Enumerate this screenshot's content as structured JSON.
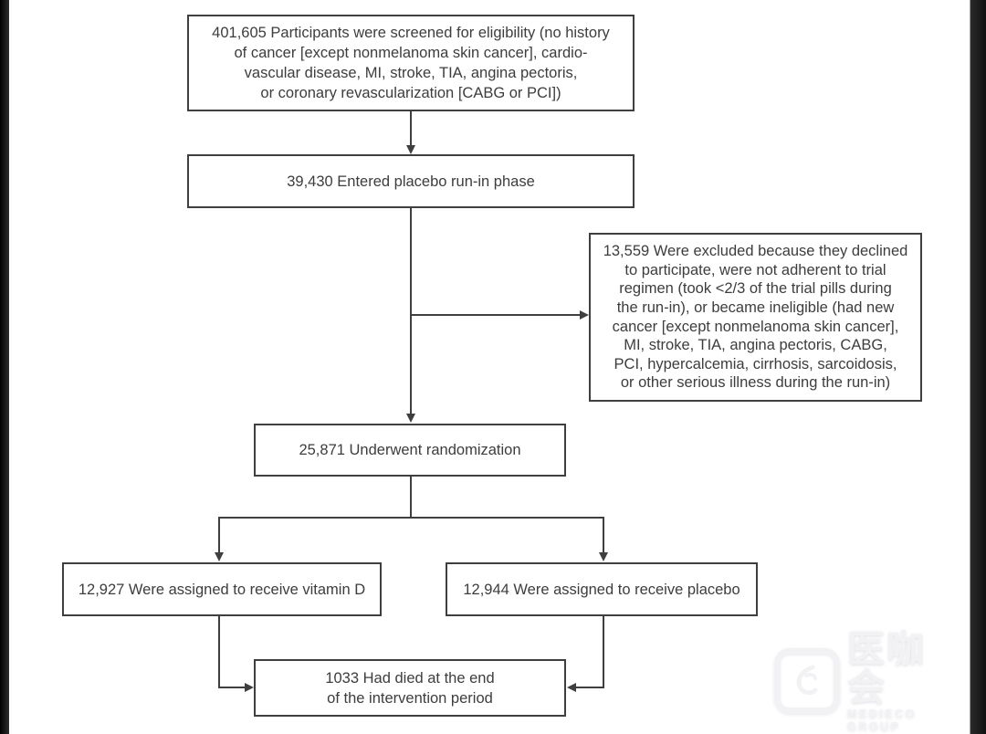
{
  "diagram": {
    "kind": "participant-flow-chart",
    "boxes": {
      "screened": {
        "text": "401,605 Participants were screened for eligibility (no history\nof cancer [except nonmelanoma skin cancer], cardio-\nvascular disease, MI, stroke, TIA, angina pectoris,\nor coronary revascularization [CABG or PCI])"
      },
      "run_in": {
        "text": "39,430 Entered placebo run-in phase"
      },
      "excluded": {
        "text": "13,559 Were excluded because they declined\nto participate, were not adherent to trial\nregimen (took <2/3 of the trial pills during\nthe run-in), or became ineligible (had new\ncancer [except nonmelanoma skin cancer],\nMI, stroke, TIA, angina pectoris, CABG,\nPCI, hypercalcemia, cirrhosis, sarcoidosis,\nor other serious illness during the run-in)"
      },
      "randomized": {
        "text": "25,871 Underwent randomization"
      },
      "vitamin_d": {
        "text": "12,927 Were assigned to receive vitamin D"
      },
      "placebo": {
        "text": "12,944 Were assigned to receive placebo"
      },
      "died": {
        "text": "1033 Had died at the end\nof the intervention period"
      }
    },
    "edges": [
      {
        "from": "screened",
        "to": "run_in"
      },
      {
        "from": "run_in",
        "to": "excluded"
      },
      {
        "from": "run_in",
        "to": "randomized"
      },
      {
        "from": "randomized",
        "to": "vitamin_d"
      },
      {
        "from": "randomized",
        "to": "placebo"
      },
      {
        "from": "vitamin_d",
        "to": "died"
      },
      {
        "from": "placebo",
        "to": "died"
      }
    ]
  },
  "watermark": {
    "logo_text": "医咖会",
    "logo_subtext": "MEDIECO GROUP"
  },
  "colors": {
    "line": "#3f3f3f",
    "text": "#3d3d3d",
    "canvas": "#ffffff",
    "frame": "#1a1a1a"
  }
}
